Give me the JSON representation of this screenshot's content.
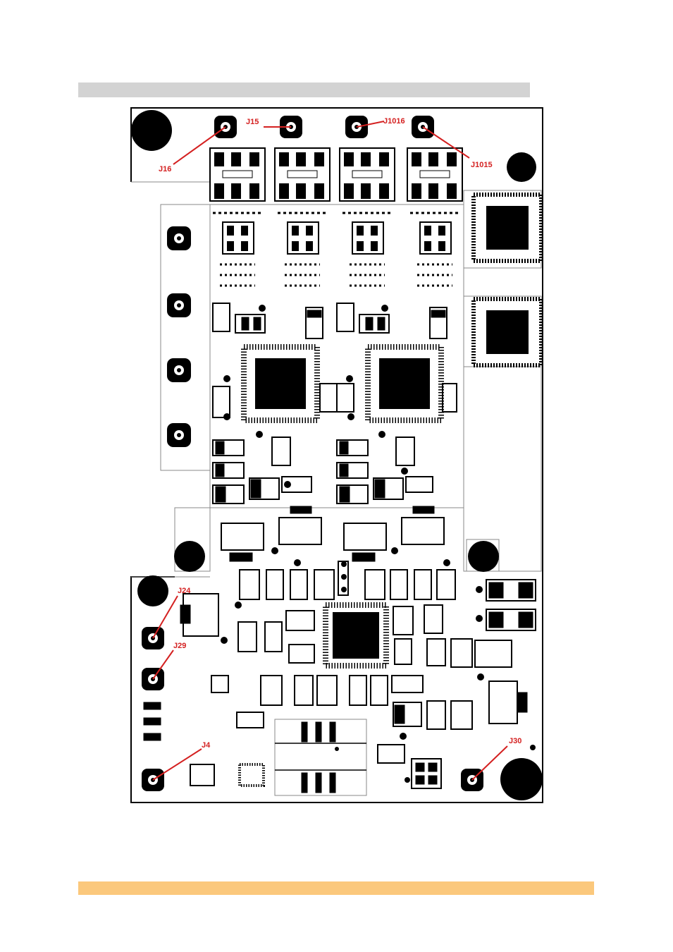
{
  "connectors": [
    {
      "id": "J16"
    },
    {
      "id": "J15"
    },
    {
      "id": "J1016"
    },
    {
      "id": "J1015"
    },
    {
      "id": "J24"
    },
    {
      "id": "J29"
    },
    {
      "id": "J4"
    },
    {
      "id": "J30"
    }
  ],
  "colors": {
    "header_bar": "#d3d3d3",
    "footer_bar": "#fbc87c",
    "label_red": "#d42020",
    "ink": "#000000"
  }
}
